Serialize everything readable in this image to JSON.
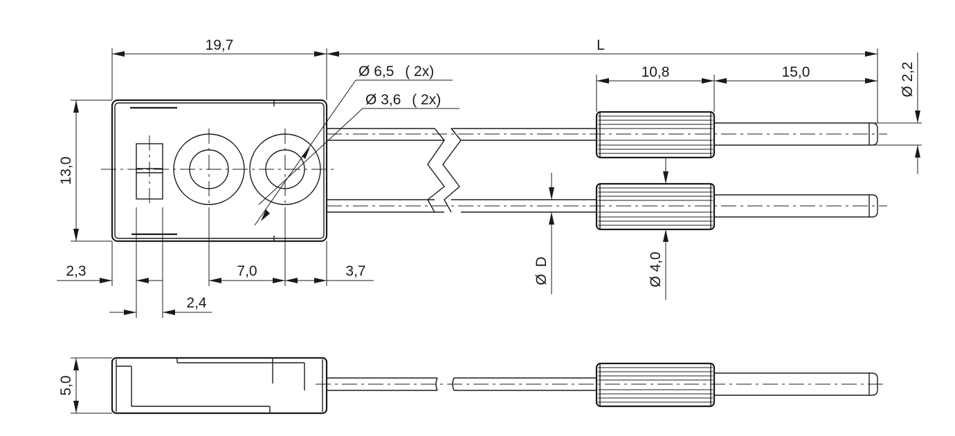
{
  "drawing": {
    "dimensions": {
      "width_body": "19,7",
      "length": "L",
      "hole_large": "6,5",
      "hole_large_qty": "( 2x)",
      "hole_small": "3,6",
      "hole_small_qty": "( 2x)",
      "sleeve_length": "10,8",
      "tip_length": "15,0",
      "tip_diameter": "2,2",
      "height_body": "13,0",
      "offset_left": "2,3",
      "hole_pitch": "7,0",
      "offset_right": "3,7",
      "slot_width": "2,4",
      "cable_diameter": "D",
      "sleeve_diameter": "4,0",
      "thickness": "5,0"
    },
    "diameter_symbol": "Ø"
  }
}
